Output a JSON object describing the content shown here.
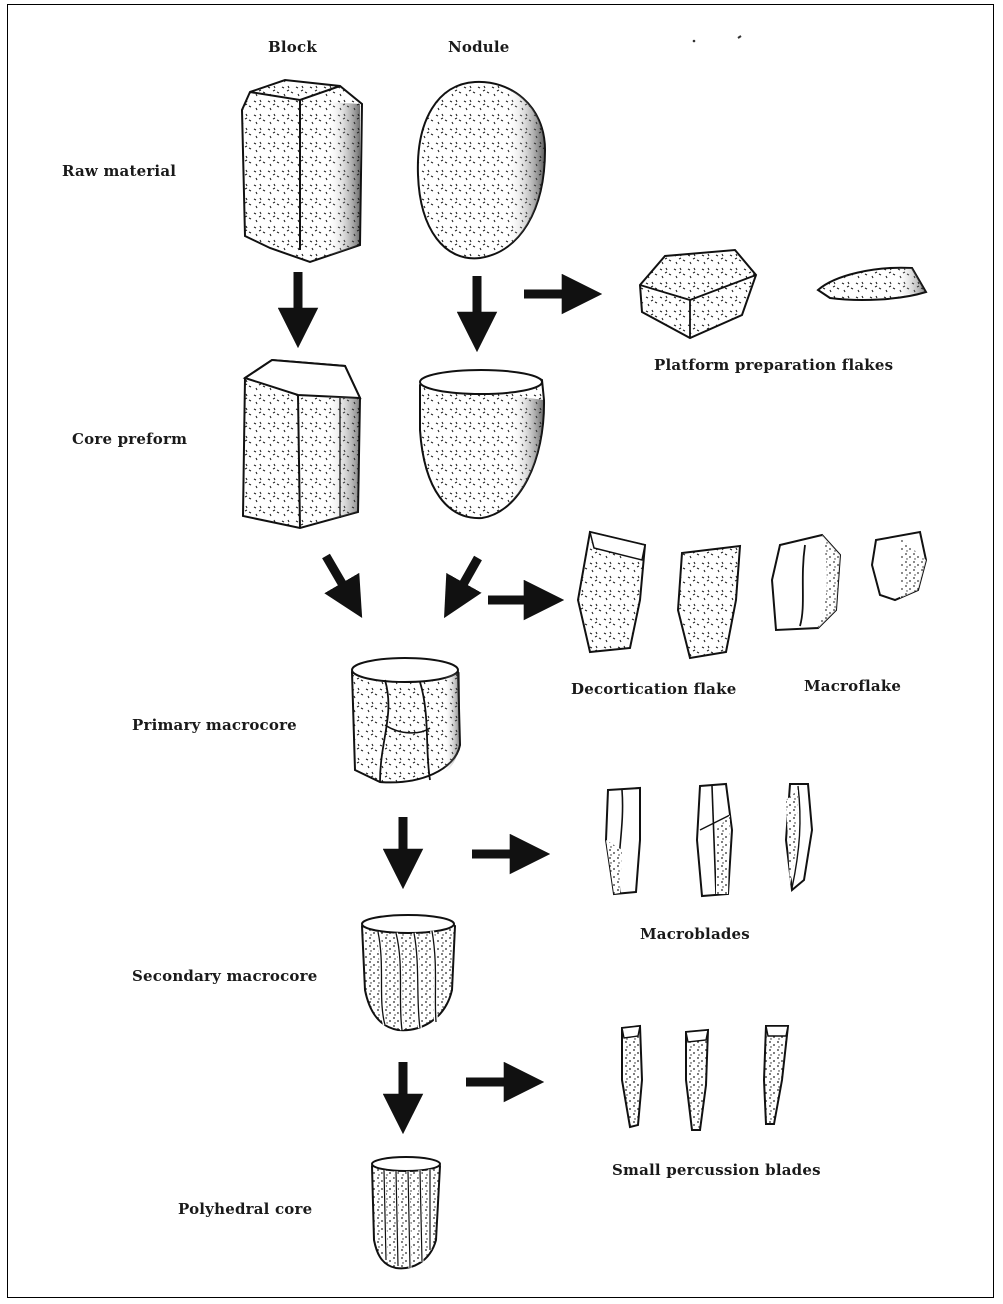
{
  "columns": {
    "block": "Block",
    "nodule": "Nodule"
  },
  "stages": {
    "raw_material": "Raw material",
    "core_preform": "Core preform",
    "primary_macrocore": "Primary macrocore",
    "secondary_macrocore": "Secondary macrocore",
    "polyhedral_core": "Polyhedral core"
  },
  "products": {
    "platform_preparation_flakes": "Platform preparation flakes",
    "decortication_flake": "Decortication flake",
    "macroflake": "Macroflake",
    "macroblades": "Macroblades",
    "small_percussion_blades": "Small percussion blades"
  },
  "colors": {
    "ink": "#1a1a1a",
    "background": "#ffffff"
  }
}
